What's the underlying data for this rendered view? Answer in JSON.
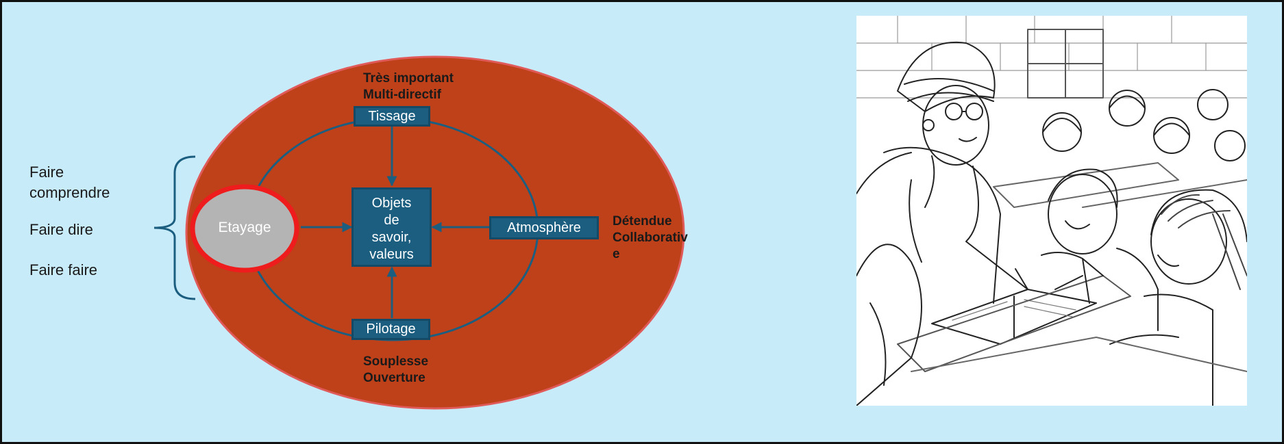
{
  "left_labels": {
    "faire_comprendre": "Faire\ncomprendre",
    "faire_dire": "Faire dire",
    "faire_faire": "Faire faire"
  },
  "diagram": {
    "center": "Objets\nde\nsavoir,\nvaleurs",
    "etayage": "Etayage",
    "tissage": "Tissage",
    "atmosphere": "Atmosphère",
    "pilotage": "Pilotage",
    "note_top": "Très important\nMulti-directif",
    "note_right": "Détendue\nCollaborativ\ne",
    "note_bottom": "Souplesse\nOuverture"
  },
  "colors": {
    "background": "#c8ebfa",
    "outer_ellipse": "#bf4119",
    "box": "#1b5e80",
    "etayage_fill": "#b4b4b4",
    "etayage_border": "#ee1c1c"
  },
  "illustration": {
    "subject": "teacher-with-students-reading-book-icon"
  }
}
